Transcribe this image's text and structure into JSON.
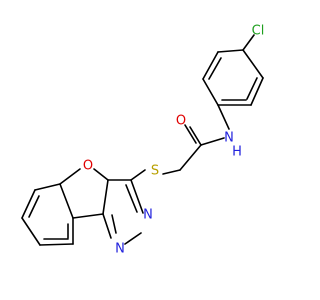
{
  "diagram": {
    "atoms": {
      "chlorine": "Cl",
      "oxygen_carbonyl": "O",
      "nitrogen_amide": "N",
      "hydrogen_amide": "H",
      "sulfur": "S",
      "oxygen_furan": "O",
      "nitrogen_pyrimidine_upper": "N",
      "nitrogen_pyrimidine_lower": "N"
    },
    "colors": {
      "bond": "#000000",
      "chlorine": "#1e9f1e",
      "oxygen": "#e00000",
      "nitrogen": "#2222dd",
      "sulfur": "#b8a000"
    }
  }
}
